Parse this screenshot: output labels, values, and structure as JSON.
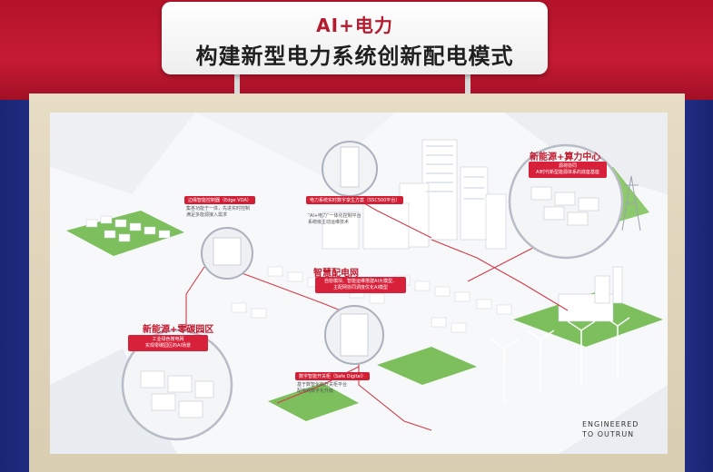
{
  "header": {
    "title_line1": "AI+电力",
    "title_line2": "构建新型电力系统创新配电模式"
  },
  "regions": {
    "new_energy_compute": "新能源+算力中心",
    "new_energy_zero_carbon": "新能源+零碳园区",
    "smart_grid": "智慧配电网"
  },
  "tags": {
    "edge_tag": "边缘智能控制器（Edge VDA）",
    "edge_desc_1": "集各功能于一体，先进实时控制",
    "edge_desc_2": "满足多能源接入需求",
    "power_system_tag": "电力系统实时数字孪生方案（SSC500平台）",
    "power_system_desc_1": "“AI+电力”一体化控制平台",
    "power_system_desc_2": "系统级主动运维技术",
    "safe_digital_tag": "数字智能开关柜（Safe Digital）",
    "safe_digital_desc_1": "基于数智化的开关柜平台",
    "safe_digital_desc_2": "配电网数字化升级"
  },
  "boxes": {
    "compute_box_1": "源荷协同",
    "compute_box_2": "AI时代新型能源体系的底座基座",
    "zero_carbon_box_1": "工业绿色微电网",
    "zero_carbon_box_2": "实现零碳园区的AI场景",
    "smart_grid_box_1": "自愈模块、智能运维搭建AI大模型、",
    "smart_grid_box_2": "主配网协同调度优化AI模型"
  },
  "brand": {
    "line1": "ENGINEERED",
    "line2": "TO OUTRUN"
  },
  "colors": {
    "accent_red": "#c01a2f",
    "tag_red": "#d31f35",
    "green": "#7cbf5c",
    "wall_blue": "#1e2a78"
  }
}
